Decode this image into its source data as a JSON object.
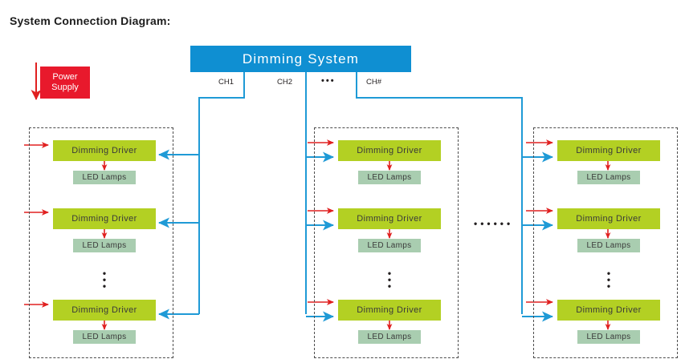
{
  "title": "System Connection Diagram:",
  "colors": {
    "header_blue": "#0f8fd2",
    "power_red": "#e8192c",
    "driver_green": "#b3d023",
    "lamp_green": "#a9cdb0",
    "wire_blue": "#1f9ad6",
    "wire_red": "#e02020",
    "dash_gray": "#4d4d4d"
  },
  "header": {
    "label": "Dimming System"
  },
  "power_supply": {
    "label": "Power\nSupply",
    "line1": "Power",
    "line2": "Supply"
  },
  "channels": [
    {
      "label": "CH1"
    },
    {
      "label": "CH2"
    },
    {
      "label": "•••"
    },
    {
      "label": "CH#"
    }
  ],
  "channel_ellipsis": "•••",
  "group_ellipsis": "••••••",
  "row_ellipsis": "•\n•\n•",
  "labels": {
    "driver": "Dimming Driver",
    "lamps": "LED Lamps"
  },
  "groups": [
    {
      "name": "group-ch1",
      "channel": "CH1",
      "rows": [
        {
          "driver": "Dimming Driver",
          "lamps": "LED Lamps"
        },
        {
          "driver": "Dimming Driver",
          "lamps": "LED Lamps"
        },
        {
          "driver": "Dimming Driver",
          "lamps": "LED Lamps"
        }
      ]
    },
    {
      "name": "group-ch2",
      "channel": "CH2",
      "rows": [
        {
          "driver": "Dimming Driver",
          "lamps": "LED Lamps"
        },
        {
          "driver": "Dimming Driver",
          "lamps": "LED Lamps"
        },
        {
          "driver": "Dimming Driver",
          "lamps": "LED Lamps"
        }
      ]
    },
    {
      "name": "group-chn",
      "channel": "CH#",
      "rows": [
        {
          "driver": "Dimming Driver",
          "lamps": "LED Lamps"
        },
        {
          "driver": "Dimming Driver",
          "lamps": "LED Lamps"
        },
        {
          "driver": "Dimming Driver",
          "lamps": "LED Lamps"
        }
      ]
    }
  ]
}
